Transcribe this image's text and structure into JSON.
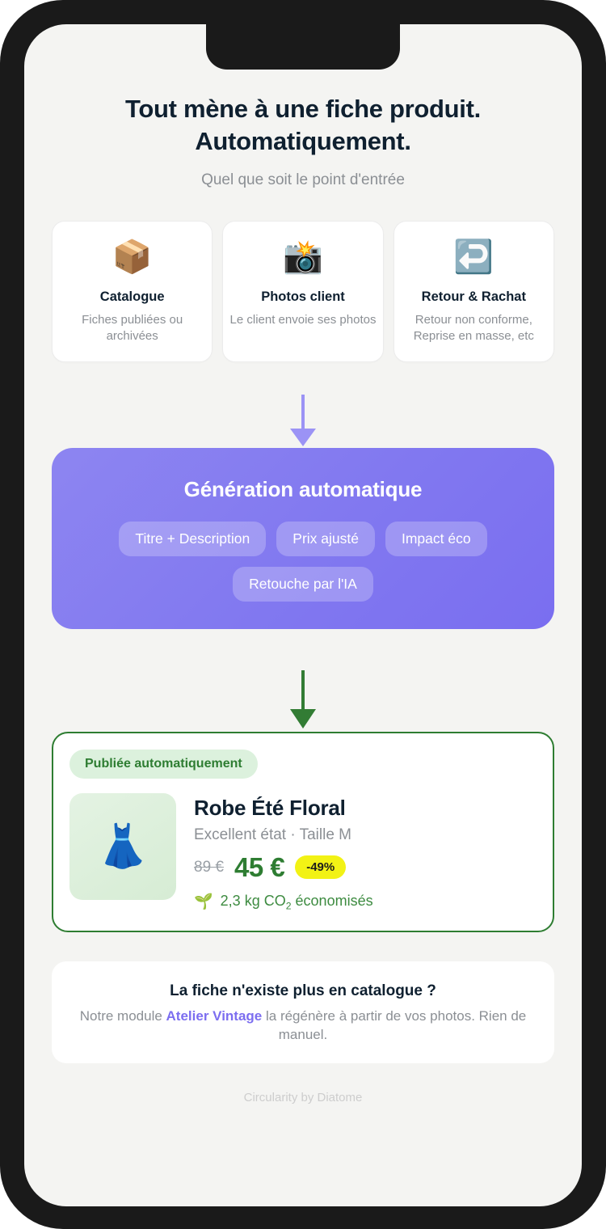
{
  "header": {
    "headline_line1": "Tout mène à une fiche produit.",
    "headline_line2": "Automatiquement.",
    "subhead": "Quel que soit le point d'entrée"
  },
  "sources": [
    {
      "icon": "📦",
      "icon_name": "package-box-icon",
      "title": "Catalogue",
      "desc": "Fiches publiées ou archivées"
    },
    {
      "icon": "📸",
      "icon_name": "camera-flash-icon",
      "title": "Photos client",
      "desc": "Le client envoie ses photos"
    },
    {
      "icon": "↩️",
      "icon_name": "return-arrow-icon",
      "title": "Retour & Rachat",
      "desc": "Retour non conforme, Reprise en masse, etc"
    }
  ],
  "generation": {
    "title": "Génération automatique",
    "pills": [
      "Titre + Description",
      "Prix ajusté",
      "Impact éco",
      "Retouche par l'IA"
    ]
  },
  "product": {
    "badge": "Publiée automatiquement",
    "thumb_icon": "👗",
    "name": "Robe Été Floral",
    "meta": "Excellent état · Taille M",
    "price_old": "89 €",
    "price_new": "45 €",
    "discount": "-49%",
    "co2_icon": "🌱",
    "co2_prefix": "2,3 kg CO",
    "co2_sub": "2",
    "co2_suffix": " économisés"
  },
  "note": {
    "title": "La fiche n'existe plus en catalogue ?",
    "body_before": "Notre module ",
    "accent": "Atelier Vintage",
    "body_after": " la régénère à partir de vos photos. Rien de manuel."
  },
  "footer": "Circularity by Diatome",
  "colors": {
    "purple": "#7c6ef0",
    "green": "#2e7d32",
    "yellow": "#f2f215",
    "text_dark": "#0f2030",
    "text_muted": "#8b8f94"
  }
}
